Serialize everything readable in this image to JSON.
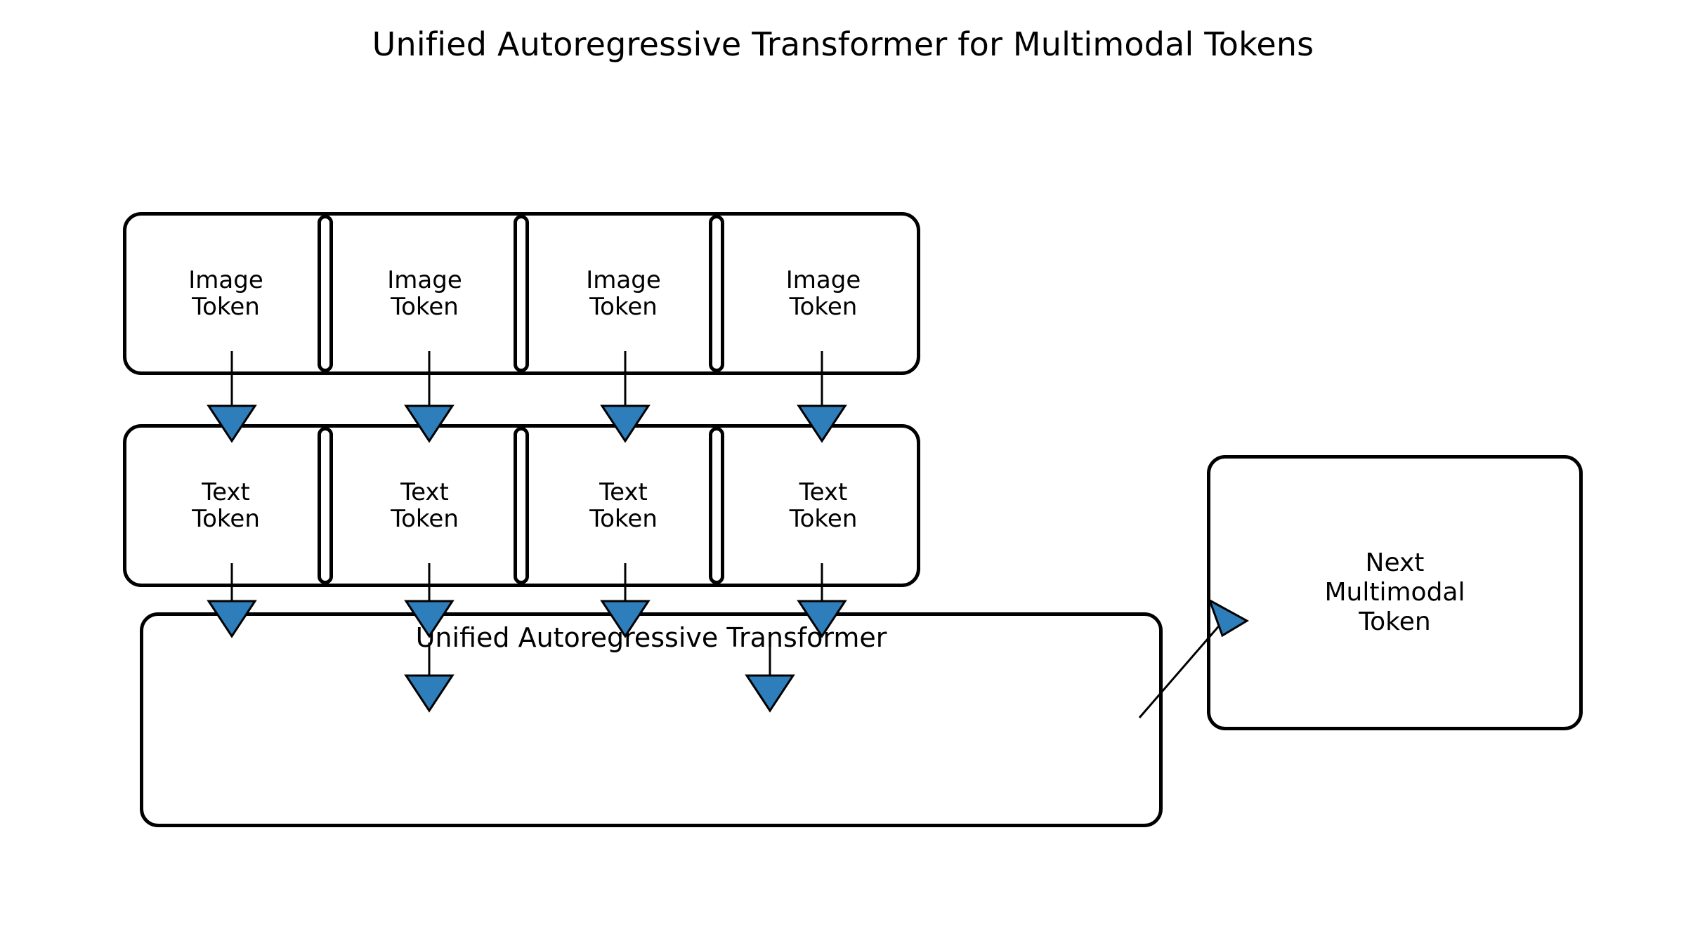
{
  "title": "Unified Autoregressive Transformer for Multimodal Tokens",
  "colors": {
    "arrow_fill": "#2e7ebb",
    "arrow_edge": "#000000",
    "box_edge": "#000000",
    "background": "#ffffff",
    "text": "#000000"
  },
  "image_token_row": {
    "name": "image-token-row",
    "cells": [
      {
        "label": "Image\nToken"
      },
      {
        "label": "Image\nToken"
      },
      {
        "label": "Image\nToken"
      },
      {
        "label": "Image\nToken"
      }
    ],
    "separator_count": 3
  },
  "text_token_row": {
    "name": "text-token-row",
    "cells": [
      {
        "label": "Text\nToken"
      },
      {
        "label": "Text\nToken"
      },
      {
        "label": "Text\nToken"
      },
      {
        "label": "Text\nToken"
      }
    ],
    "separator_count": 3
  },
  "transformer": {
    "label": "Unified Autoregressive Transformer"
  },
  "next_token": {
    "label": "Next\nMultimodal\nToken"
  },
  "flows": {
    "image_to_text_arrows": 4,
    "text_to_transformer_arrows": 4,
    "transformer_internal_arrows": 2,
    "transformer_to_next_arrows": 1
  },
  "chart_data": {
    "type": "diagram",
    "title": "Unified Autoregressive Transformer for Multimodal Tokens",
    "nodes": [
      {
        "id": "image_token_1",
        "label": "Image Token",
        "group": "image-token-row",
        "column": 1
      },
      {
        "id": "image_token_2",
        "label": "Image Token",
        "group": "image-token-row",
        "column": 2
      },
      {
        "id": "image_token_3",
        "label": "Image Token",
        "group": "image-token-row",
        "column": 3
      },
      {
        "id": "image_token_4",
        "label": "Image Token",
        "group": "image-token-row",
        "column": 4
      },
      {
        "id": "text_token_1",
        "label": "Text Token",
        "group": "text-token-row",
        "column": 1
      },
      {
        "id": "text_token_2",
        "label": "Text Token",
        "group": "text-token-row",
        "column": 2
      },
      {
        "id": "text_token_3",
        "label": "Text Token",
        "group": "text-token-row",
        "column": 3
      },
      {
        "id": "text_token_4",
        "label": "Text Token",
        "group": "text-token-row",
        "column": 4
      },
      {
        "id": "transformer",
        "label": "Unified Autoregressive Transformer",
        "group": "transformer"
      },
      {
        "id": "next_token",
        "label": "Next Multimodal Token",
        "group": "output"
      }
    ],
    "edges": [
      {
        "from": "image_token_1",
        "to": "text_token_1",
        "style": "vertical-arrow"
      },
      {
        "from": "image_token_2",
        "to": "text_token_2",
        "style": "vertical-arrow"
      },
      {
        "from": "image_token_3",
        "to": "text_token_3",
        "style": "vertical-arrow"
      },
      {
        "from": "image_token_4",
        "to": "text_token_4",
        "style": "vertical-arrow"
      },
      {
        "from": "text_token_1",
        "to": "transformer",
        "style": "vertical-arrow"
      },
      {
        "from": "text_token_2",
        "to": "transformer",
        "style": "vertical-arrow"
      },
      {
        "from": "text_token_3",
        "to": "transformer",
        "style": "vertical-arrow"
      },
      {
        "from": "text_token_4",
        "to": "transformer",
        "style": "vertical-arrow"
      },
      {
        "from": "transformer",
        "to": "next_token",
        "style": "diagonal-arrow"
      }
    ]
  }
}
